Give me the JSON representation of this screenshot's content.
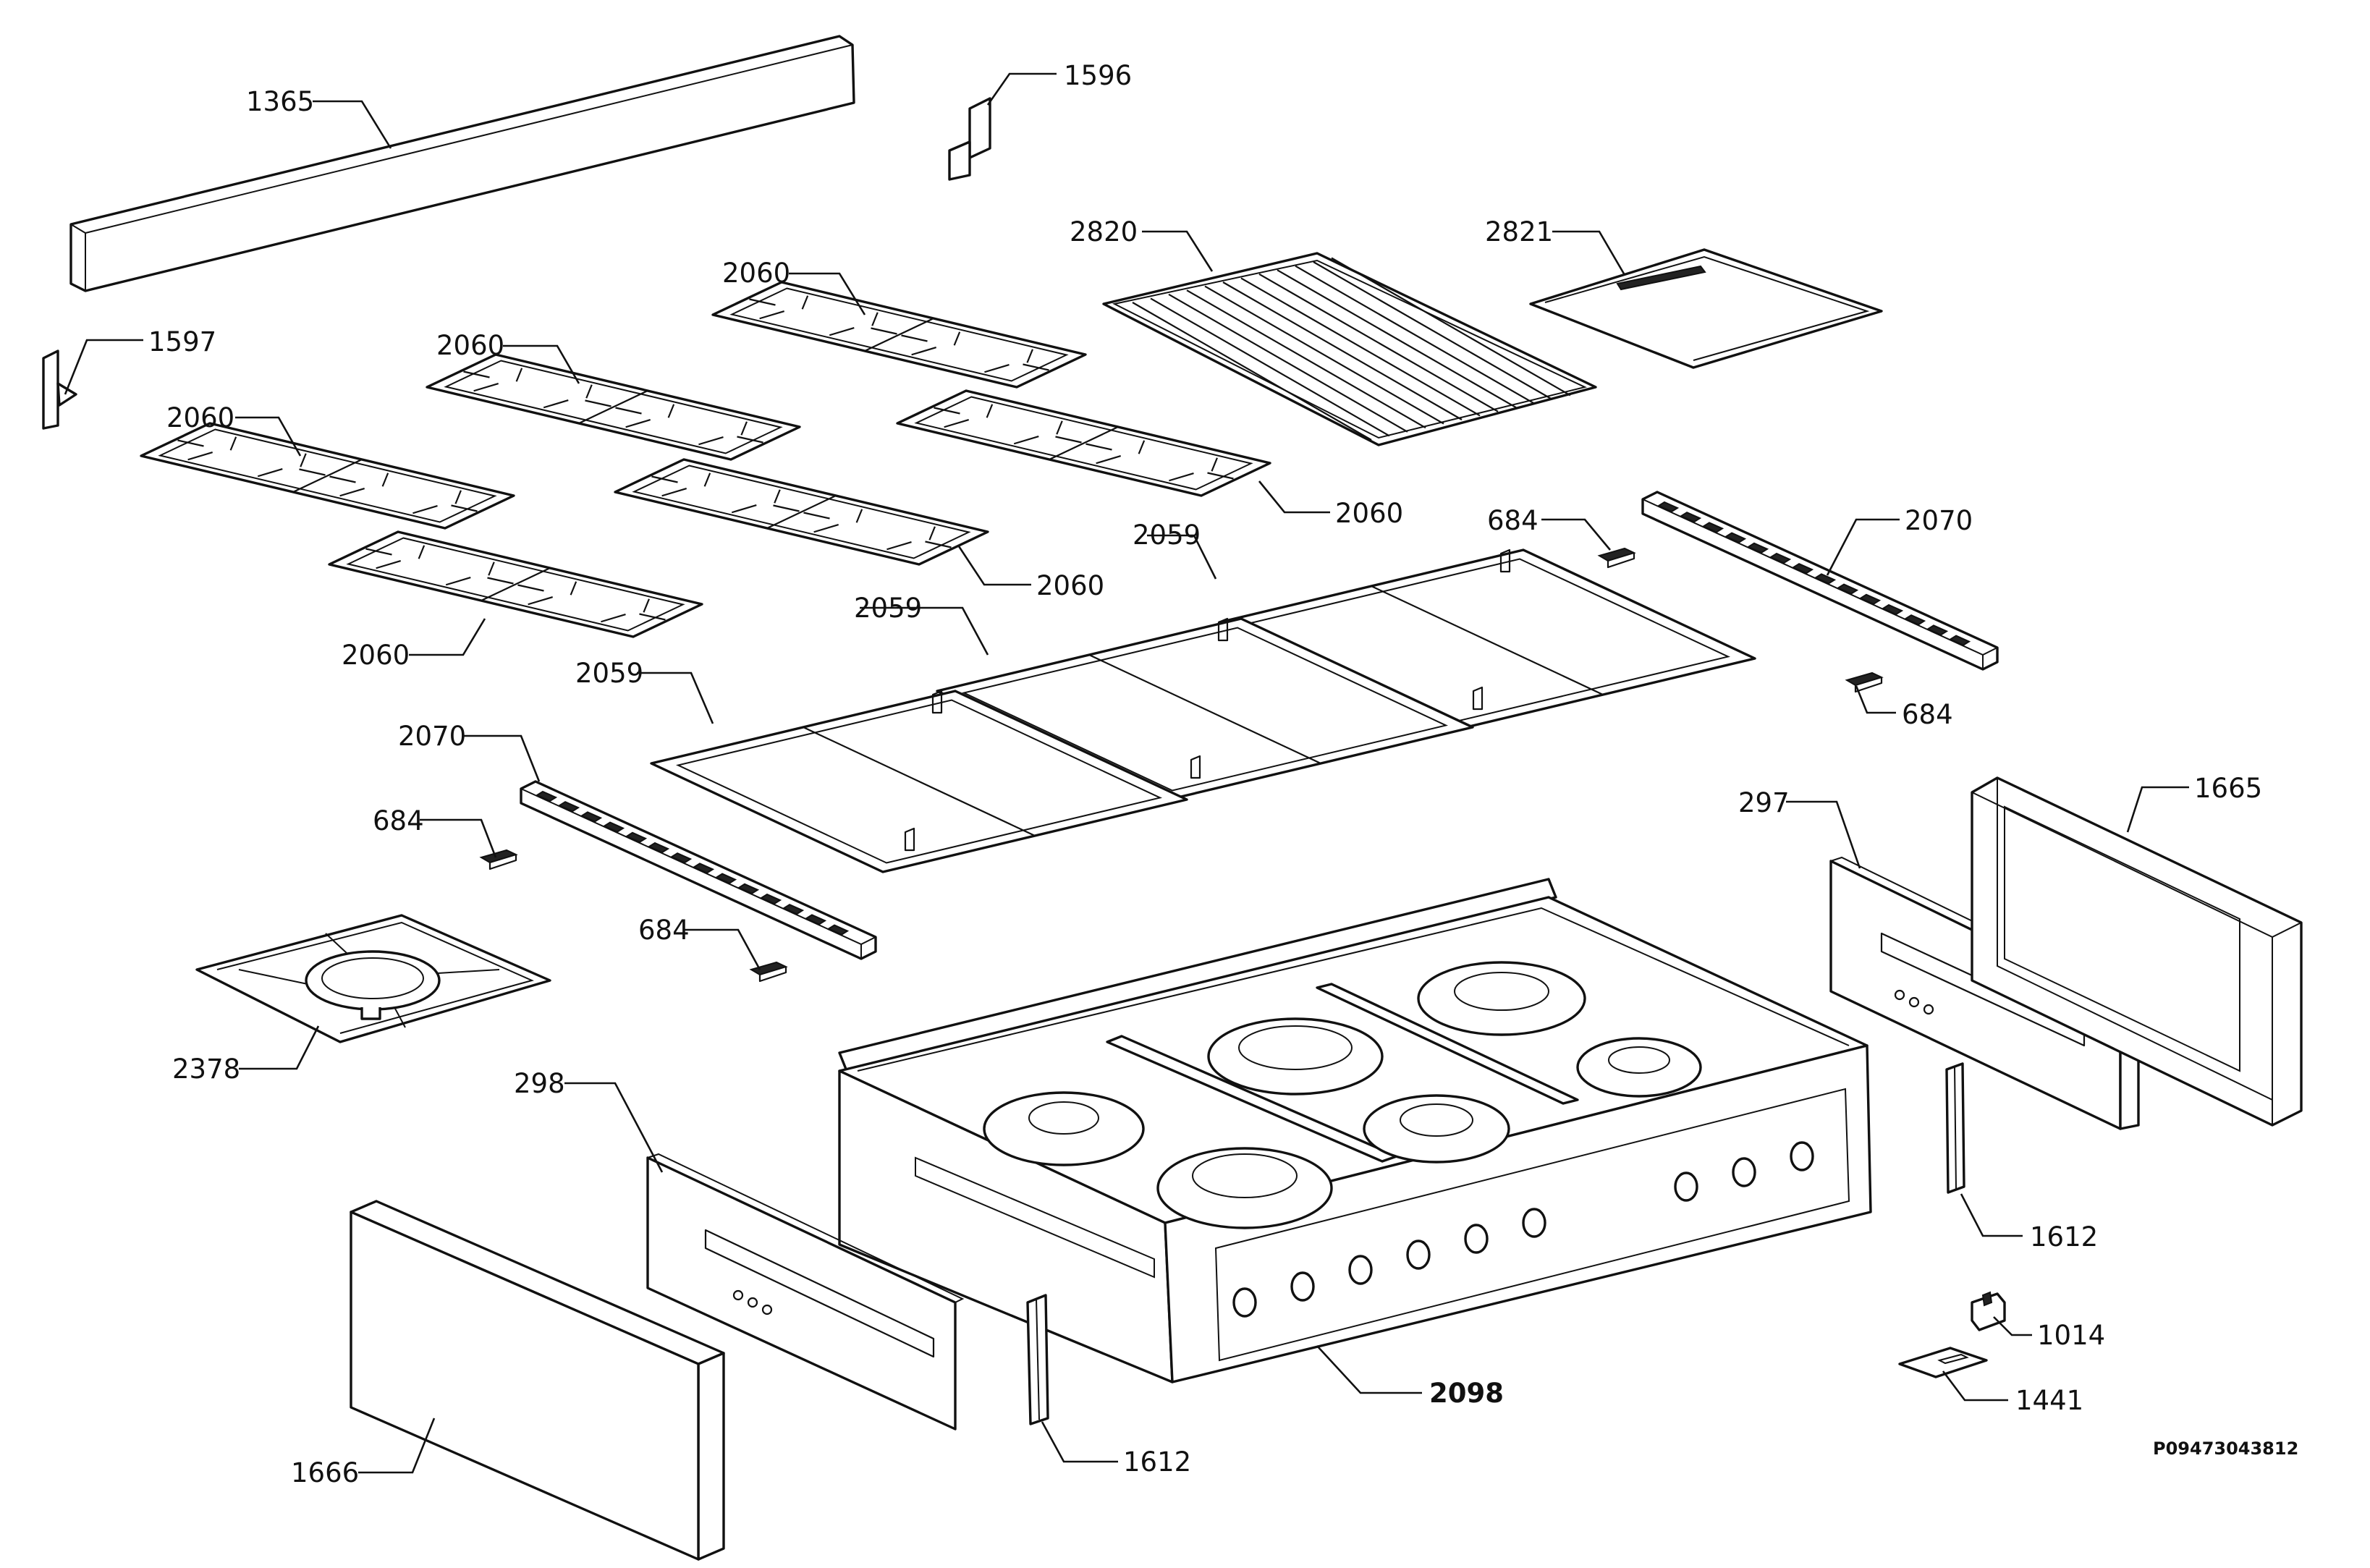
{
  "diagram": {
    "document_code": "P09473043812",
    "parts": [
      {
        "id": "1365",
        "label": "1365",
        "bold": false
      },
      {
        "id": "1596",
        "label": "1596",
        "bold": false
      },
      {
        "id": "1597",
        "label": "1597",
        "bold": false
      },
      {
        "id": "2820",
        "label": "2820",
        "bold": false
      },
      {
        "id": "2821",
        "label": "2821",
        "bold": false
      },
      {
        "id": "2060-a",
        "label": "2060",
        "bold": false
      },
      {
        "id": "2060-b",
        "label": "2060",
        "bold": false
      },
      {
        "id": "2060-c",
        "label": "2060",
        "bold": false
      },
      {
        "id": "2060-d",
        "label": "2060",
        "bold": false
      },
      {
        "id": "2060-e",
        "label": "2060",
        "bold": false
      },
      {
        "id": "2060-f",
        "label": "2060",
        "bold": false
      },
      {
        "id": "684-a",
        "label": "684",
        "bold": false
      },
      {
        "id": "684-b",
        "label": "684",
        "bold": false
      },
      {
        "id": "684-c",
        "label": "684",
        "bold": false
      },
      {
        "id": "684-d",
        "label": "684",
        "bold": false
      },
      {
        "id": "2070-a",
        "label": "2070",
        "bold": false
      },
      {
        "id": "2070-b",
        "label": "2070",
        "bold": false
      },
      {
        "id": "2059-a",
        "label": "2059",
        "bold": false
      },
      {
        "id": "2059-b",
        "label": "2059",
        "bold": false
      },
      {
        "id": "2059-c",
        "label": "2059",
        "bold": false
      },
      {
        "id": "297",
        "label": "297",
        "bold": false
      },
      {
        "id": "1665",
        "label": "1665",
        "bold": false
      },
      {
        "id": "2378",
        "label": "2378",
        "bold": false
      },
      {
        "id": "298",
        "label": "298",
        "bold": false
      },
      {
        "id": "1612-a",
        "label": "1612",
        "bold": false
      },
      {
        "id": "1612-b",
        "label": "1612",
        "bold": false
      },
      {
        "id": "1014",
        "label": "1014",
        "bold": false
      },
      {
        "id": "1441",
        "label": "1441",
        "bold": false
      },
      {
        "id": "2098",
        "label": "2098",
        "bold": true
      },
      {
        "id": "1666",
        "label": "1666",
        "bold": false
      }
    ]
  }
}
